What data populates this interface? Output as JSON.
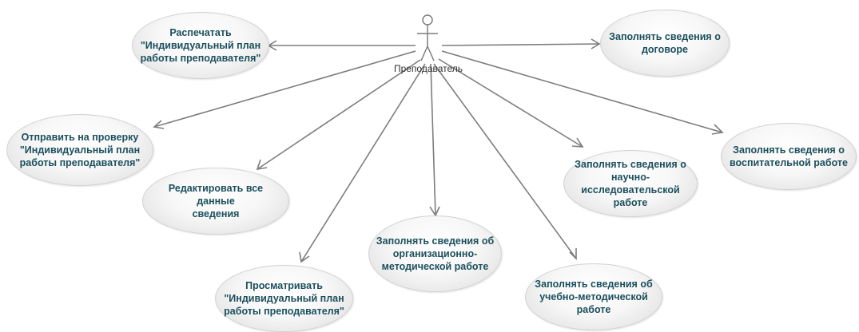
{
  "actor": {
    "label": "Преподаватель",
    "icon": "stick-figure-icon"
  },
  "use_cases": {
    "print_plan": "Распечатать\n\"Индивидуальный план\nработы преподавателя\"",
    "send_for_review": "Отправить на проверку\n\"Индивидуальный план\nработы преподавателя\"",
    "edit_all": "Редактировать все данные\nсведения",
    "view_plan": "Просматривать\n\"Индивидуальный план\nработы преподавателя\"",
    "org_method": "Заполнять сведения об\nорганизационно-\nметодической работе",
    "edu_method": "Заполнять сведения об\nучебно-методической работе",
    "research": "Заполнять сведения о\nнаучно-исследовательской\nработе",
    "educational": "Заполнять сведения о\nвоспитательной работе",
    "contract": "Заполнять сведения о\nдоговоре"
  },
  "colors": {
    "text": "#1b4f5c",
    "line": "#7d7d7d"
  }
}
